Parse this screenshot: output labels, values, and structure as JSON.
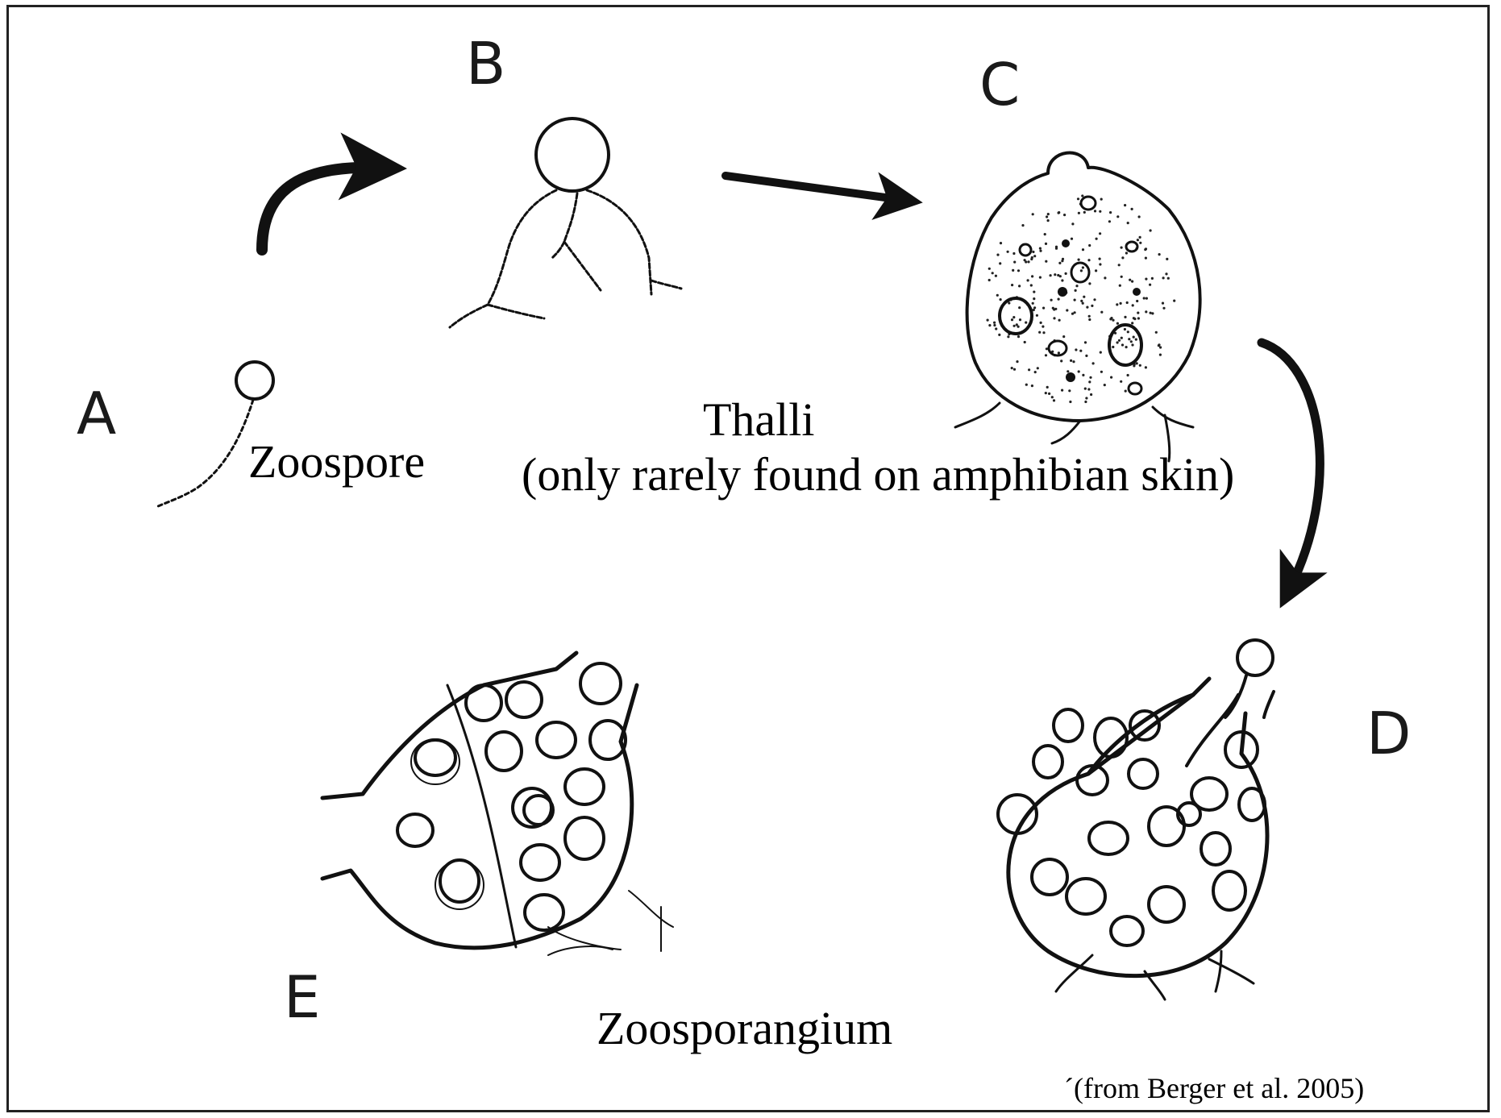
{
  "figure": {
    "stage_letters": {
      "a": "A",
      "b": "B",
      "c": "C",
      "d": "D",
      "e": "E"
    },
    "labels": {
      "zoospore": "Zoospore",
      "thalli": "Thalli",
      "thalli_note": "(only rarely found on amphibian skin)",
      "zoosporangium": "Zoosporangium"
    },
    "credit": "´(from Berger et al. 2005)",
    "colors": {
      "ink": "#111111",
      "background": "#ffffff",
      "frame": "#222222"
    }
  }
}
